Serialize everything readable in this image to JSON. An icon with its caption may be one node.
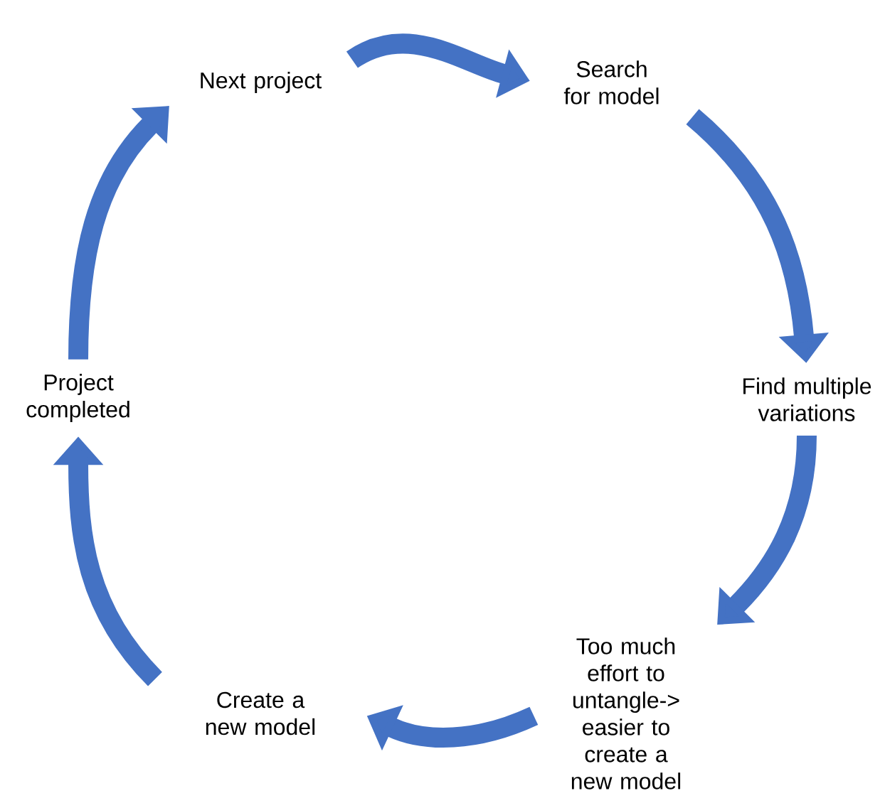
{
  "diagram": {
    "nodes": [
      {
        "text": [
          "Search for model"
        ]
      },
      {
        "text": [
          "Find multiple variations"
        ]
      },
      {
        "text": [
          "Too much effort to untangle-> easier to create a new model"
        ]
      },
      {
        "text": [
          "Create a new model"
        ]
      },
      {
        "text": [
          "Project completed"
        ]
      },
      {
        "text": [
          "Next project"
        ]
      }
    ],
    "edges": [
      {
        "from": 5,
        "to": 0,
        "arrow": "to"
      },
      {
        "from": 0,
        "to": 1,
        "arrow": "to"
      },
      {
        "from": 1,
        "to": 2,
        "arrow": "to"
      },
      {
        "from": 2,
        "to": 3,
        "arrow": "to"
      },
      {
        "from": 3,
        "to": 4,
        "arrow": "to"
      },
      {
        "from": 4,
        "to": 5,
        "arrow": "to"
      }
    ]
  }
}
